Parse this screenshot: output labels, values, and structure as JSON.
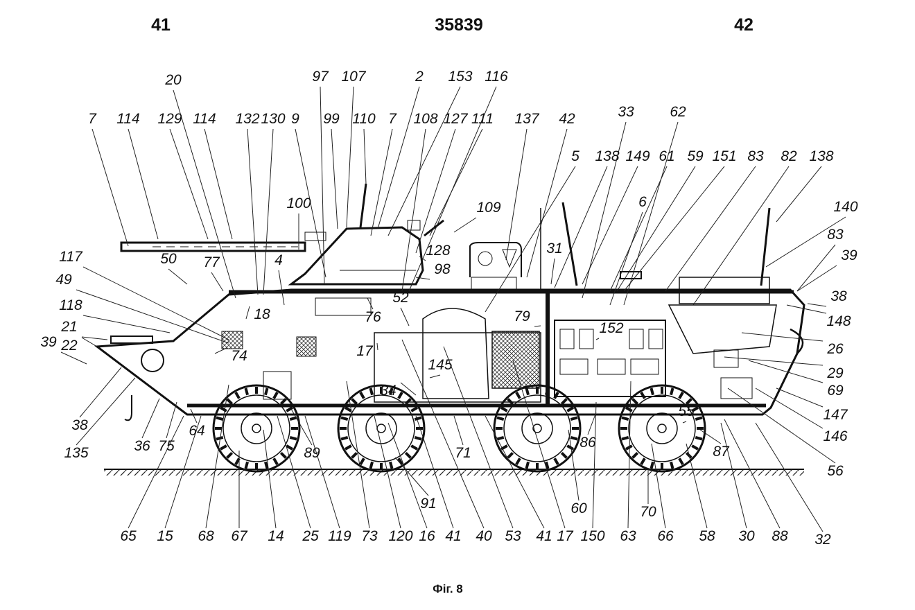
{
  "header": {
    "left_page": "41",
    "doc_number": "35839",
    "right_page": "42"
  },
  "caption": "Фіг. 8",
  "callouts": [
    "7",
    "114",
    "129",
    "20",
    "114",
    "132",
    "130",
    "9",
    "97",
    "99",
    "107",
    "110",
    "7",
    "2",
    "153",
    "108",
    "127",
    "116",
    "111",
    "137",
    "42",
    "5",
    "138",
    "149",
    "61",
    "59",
    "151",
    "83",
    "82",
    "138",
    "33",
    "62",
    "6",
    "140",
    "83",
    "39",
    "38",
    "148",
    "26",
    "29",
    "69",
    "147",
    "146",
    "56",
    "100",
    "109",
    "128",
    "98",
    "31",
    "50",
    "77",
    "4",
    "117",
    "49",
    "118",
    "21",
    "22",
    "39",
    "38",
    "36",
    "135",
    "18",
    "74",
    "76",
    "52",
    "17",
    "145",
    "79",
    "152",
    "34",
    "55",
    "87",
    "65",
    "15",
    "68",
    "67",
    "14",
    "25",
    "119",
    "73",
    "120",
    "16",
    "41",
    "40",
    "53",
    "41",
    "17",
    "150",
    "63",
    "66",
    "58",
    "30",
    "88",
    "32",
    "75",
    "64",
    "89",
    "91",
    "71",
    "60",
    "86",
    "70"
  ]
}
